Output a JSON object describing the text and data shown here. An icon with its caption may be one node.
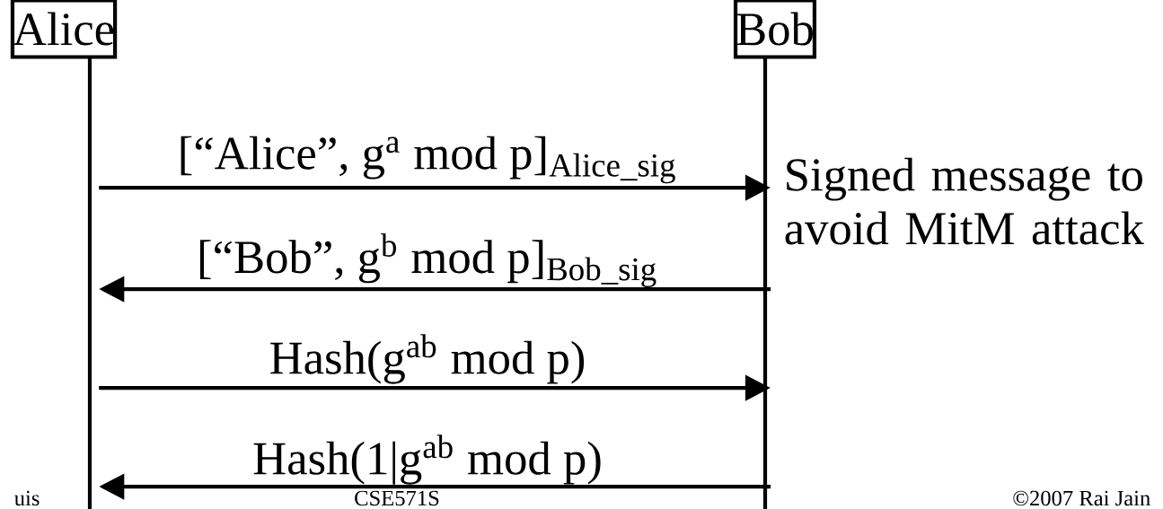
{
  "diagram": {
    "nodes": [
      {
        "text": [
          "Alice"
        ]
      },
      {
        "text": [
          "Bob"
        ]
      }
    ],
    "edges": [
      {
        "from": 0,
        "to": 1,
        "arrow": "to",
        "label": "[“Alice”, g$^{a}$ mod p]$_{Alice_sig}$"
      },
      {
        "from": 1,
        "to": 0,
        "arrow": "to",
        "label": "[“Bob”, g$^{b}$ mod p]$_{Bob_sig}$"
      },
      {
        "from": 0,
        "to": 1,
        "arrow": "to",
        "label": "Hash(g$^{ab}$ mod p)"
      },
      {
        "from": 1,
        "to": 0,
        "arrow": "to",
        "label": "Hash(1|g$^{ab}$ mod p)"
      }
    ],
    "labels": [
      "Signed message to avoid MitM attack",
      "uis",
      "CSE571S",
      "©2007 Rai Jain"
    ]
  }
}
